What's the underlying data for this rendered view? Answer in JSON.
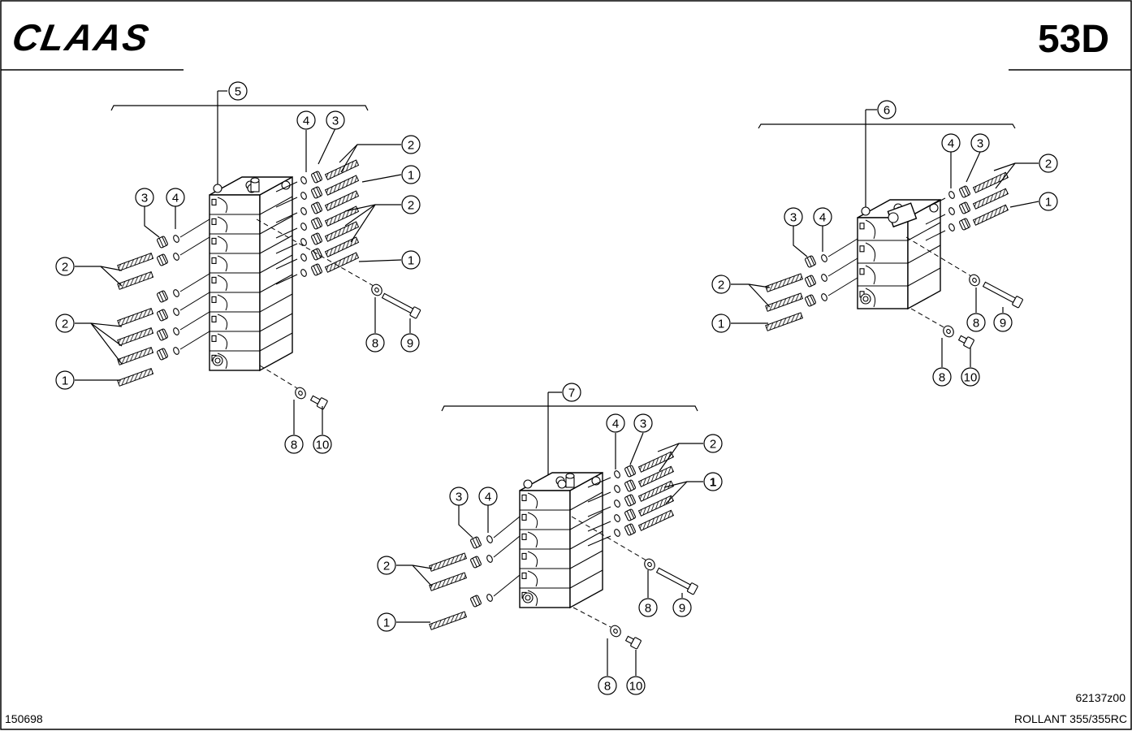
{
  "header": {
    "brand": "CLAAS",
    "page_code": "53D"
  },
  "footer": {
    "left_code": "150698",
    "drawing_no": "62137z00",
    "model": "ROLLANT 355/355RC"
  },
  "assemblies": [
    {
      "id": "5",
      "callouts": [
        {
          "n": "5"
        },
        {
          "n": "4"
        },
        {
          "n": "3"
        },
        {
          "n": "2"
        },
        {
          "n": "1"
        },
        {
          "n": "2"
        },
        {
          "n": "1"
        },
        {
          "n": "3"
        },
        {
          "n": "4"
        },
        {
          "n": "2"
        },
        {
          "n": "2"
        },
        {
          "n": "1"
        },
        {
          "n": "8"
        },
        {
          "n": "9"
        },
        {
          "n": "8"
        },
        {
          "n": "10"
        }
      ]
    },
    {
      "id": "6",
      "callouts": [
        {
          "n": "6"
        },
        {
          "n": "4"
        },
        {
          "n": "3"
        },
        {
          "n": "2"
        },
        {
          "n": "1"
        },
        {
          "n": "3"
        },
        {
          "n": "4"
        },
        {
          "n": "2"
        },
        {
          "n": "1"
        },
        {
          "n": "8"
        },
        {
          "n": "9"
        },
        {
          "n": "8"
        },
        {
          "n": "10"
        }
      ]
    },
    {
      "id": "7",
      "callouts": [
        {
          "n": "7"
        },
        {
          "n": "4"
        },
        {
          "n": "3"
        },
        {
          "n": "2"
        },
        {
          "n": "1"
        },
        {
          "n": "3"
        },
        {
          "n": "4"
        },
        {
          "n": "2"
        },
        {
          "n": "1"
        },
        {
          "n": "8"
        },
        {
          "n": "9"
        },
        {
          "n": "8"
        },
        {
          "n": "10"
        }
      ]
    }
  ]
}
